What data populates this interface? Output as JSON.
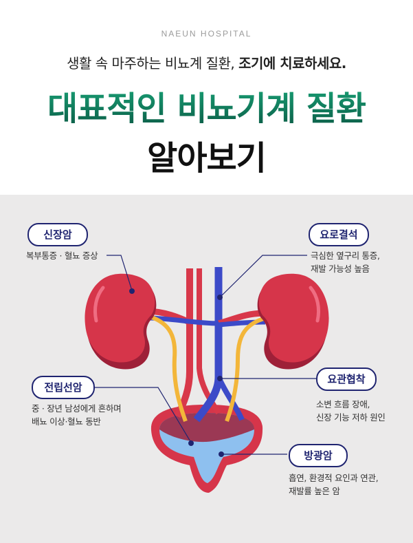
{
  "header": {
    "hospital": "NAEUN HOSPITAL",
    "subtitle_normal": "생활 속 마주하는 비뇨계 질환, ",
    "subtitle_bold": "조기에 치료하세요.",
    "title_line1": "대표적인 비뇨기계 질환",
    "title_line2": "알아보기"
  },
  "labels": {
    "kidney_cancer": {
      "title": "신장암",
      "desc1": "복부통증 · 혈뇨 증상"
    },
    "kidney_stone": {
      "title": "요로결석",
      "desc1": "극심한 옆구리 통증,",
      "desc2": "재발 가능성 높음"
    },
    "prostate_cancer": {
      "title": "전립선암",
      "desc1": "중 · 장년 남성에게 흔하며",
      "desc2": "배뇨 이상·혈뇨 동반"
    },
    "ureter_stricture": {
      "title": "요관협착",
      "desc1": "소변 흐름 장애,",
      "desc2": "신장 기능 저하 원인"
    },
    "bladder_cancer": {
      "title": "방광암",
      "desc1": "흡연, 환경적 요인과 연관,",
      "desc2": "재발률 높은 암"
    }
  },
  "colors": {
    "kidney": "#d6354a",
    "kidney_dark": "#9e2038",
    "artery": "#d8384a",
    "vein": "#3c4ac8",
    "ureter": "#f3b63a",
    "bladder_fill": "#8ec0ef",
    "pill_border": "#1f2470",
    "background": "#ebeaea"
  }
}
